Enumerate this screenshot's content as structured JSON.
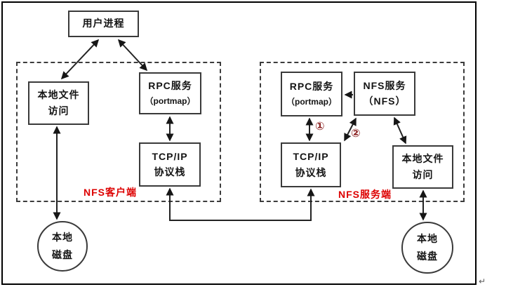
{
  "diagram": {
    "user_process": {
      "label": "用户进程"
    },
    "client": {
      "region_label": "NFS客户端",
      "local_file": {
        "line1": "本地文件",
        "line2": "访问"
      },
      "rpc": {
        "line1": "RPC服务",
        "line2": "（portmap）"
      },
      "tcpip": {
        "line1": "TCP/IP",
        "line2": "协议栈"
      },
      "disk": {
        "line1": "本地",
        "line2": "磁盘"
      }
    },
    "server": {
      "region_label": "NFS服务端",
      "rpc": {
        "line1": "RPC服务",
        "line2": "（portmap）"
      },
      "nfs": {
        "line1": "NFS服务",
        "line2": "（NFS）"
      },
      "tcpip": {
        "line1": "TCP/IP",
        "line2": "协议栈"
      },
      "local_file": {
        "line1": "本地文件",
        "line2": "访问"
      },
      "disk": {
        "line1": "本地",
        "line2": "磁盘"
      }
    },
    "markers": {
      "step1": "①",
      "step2": "②"
    },
    "page": {
      "return_mark": "↵"
    },
    "colors": {
      "region_label_red": "#dd0000",
      "step_marker_red": "#8b2222",
      "line_color": "#1c1c1c"
    }
  }
}
